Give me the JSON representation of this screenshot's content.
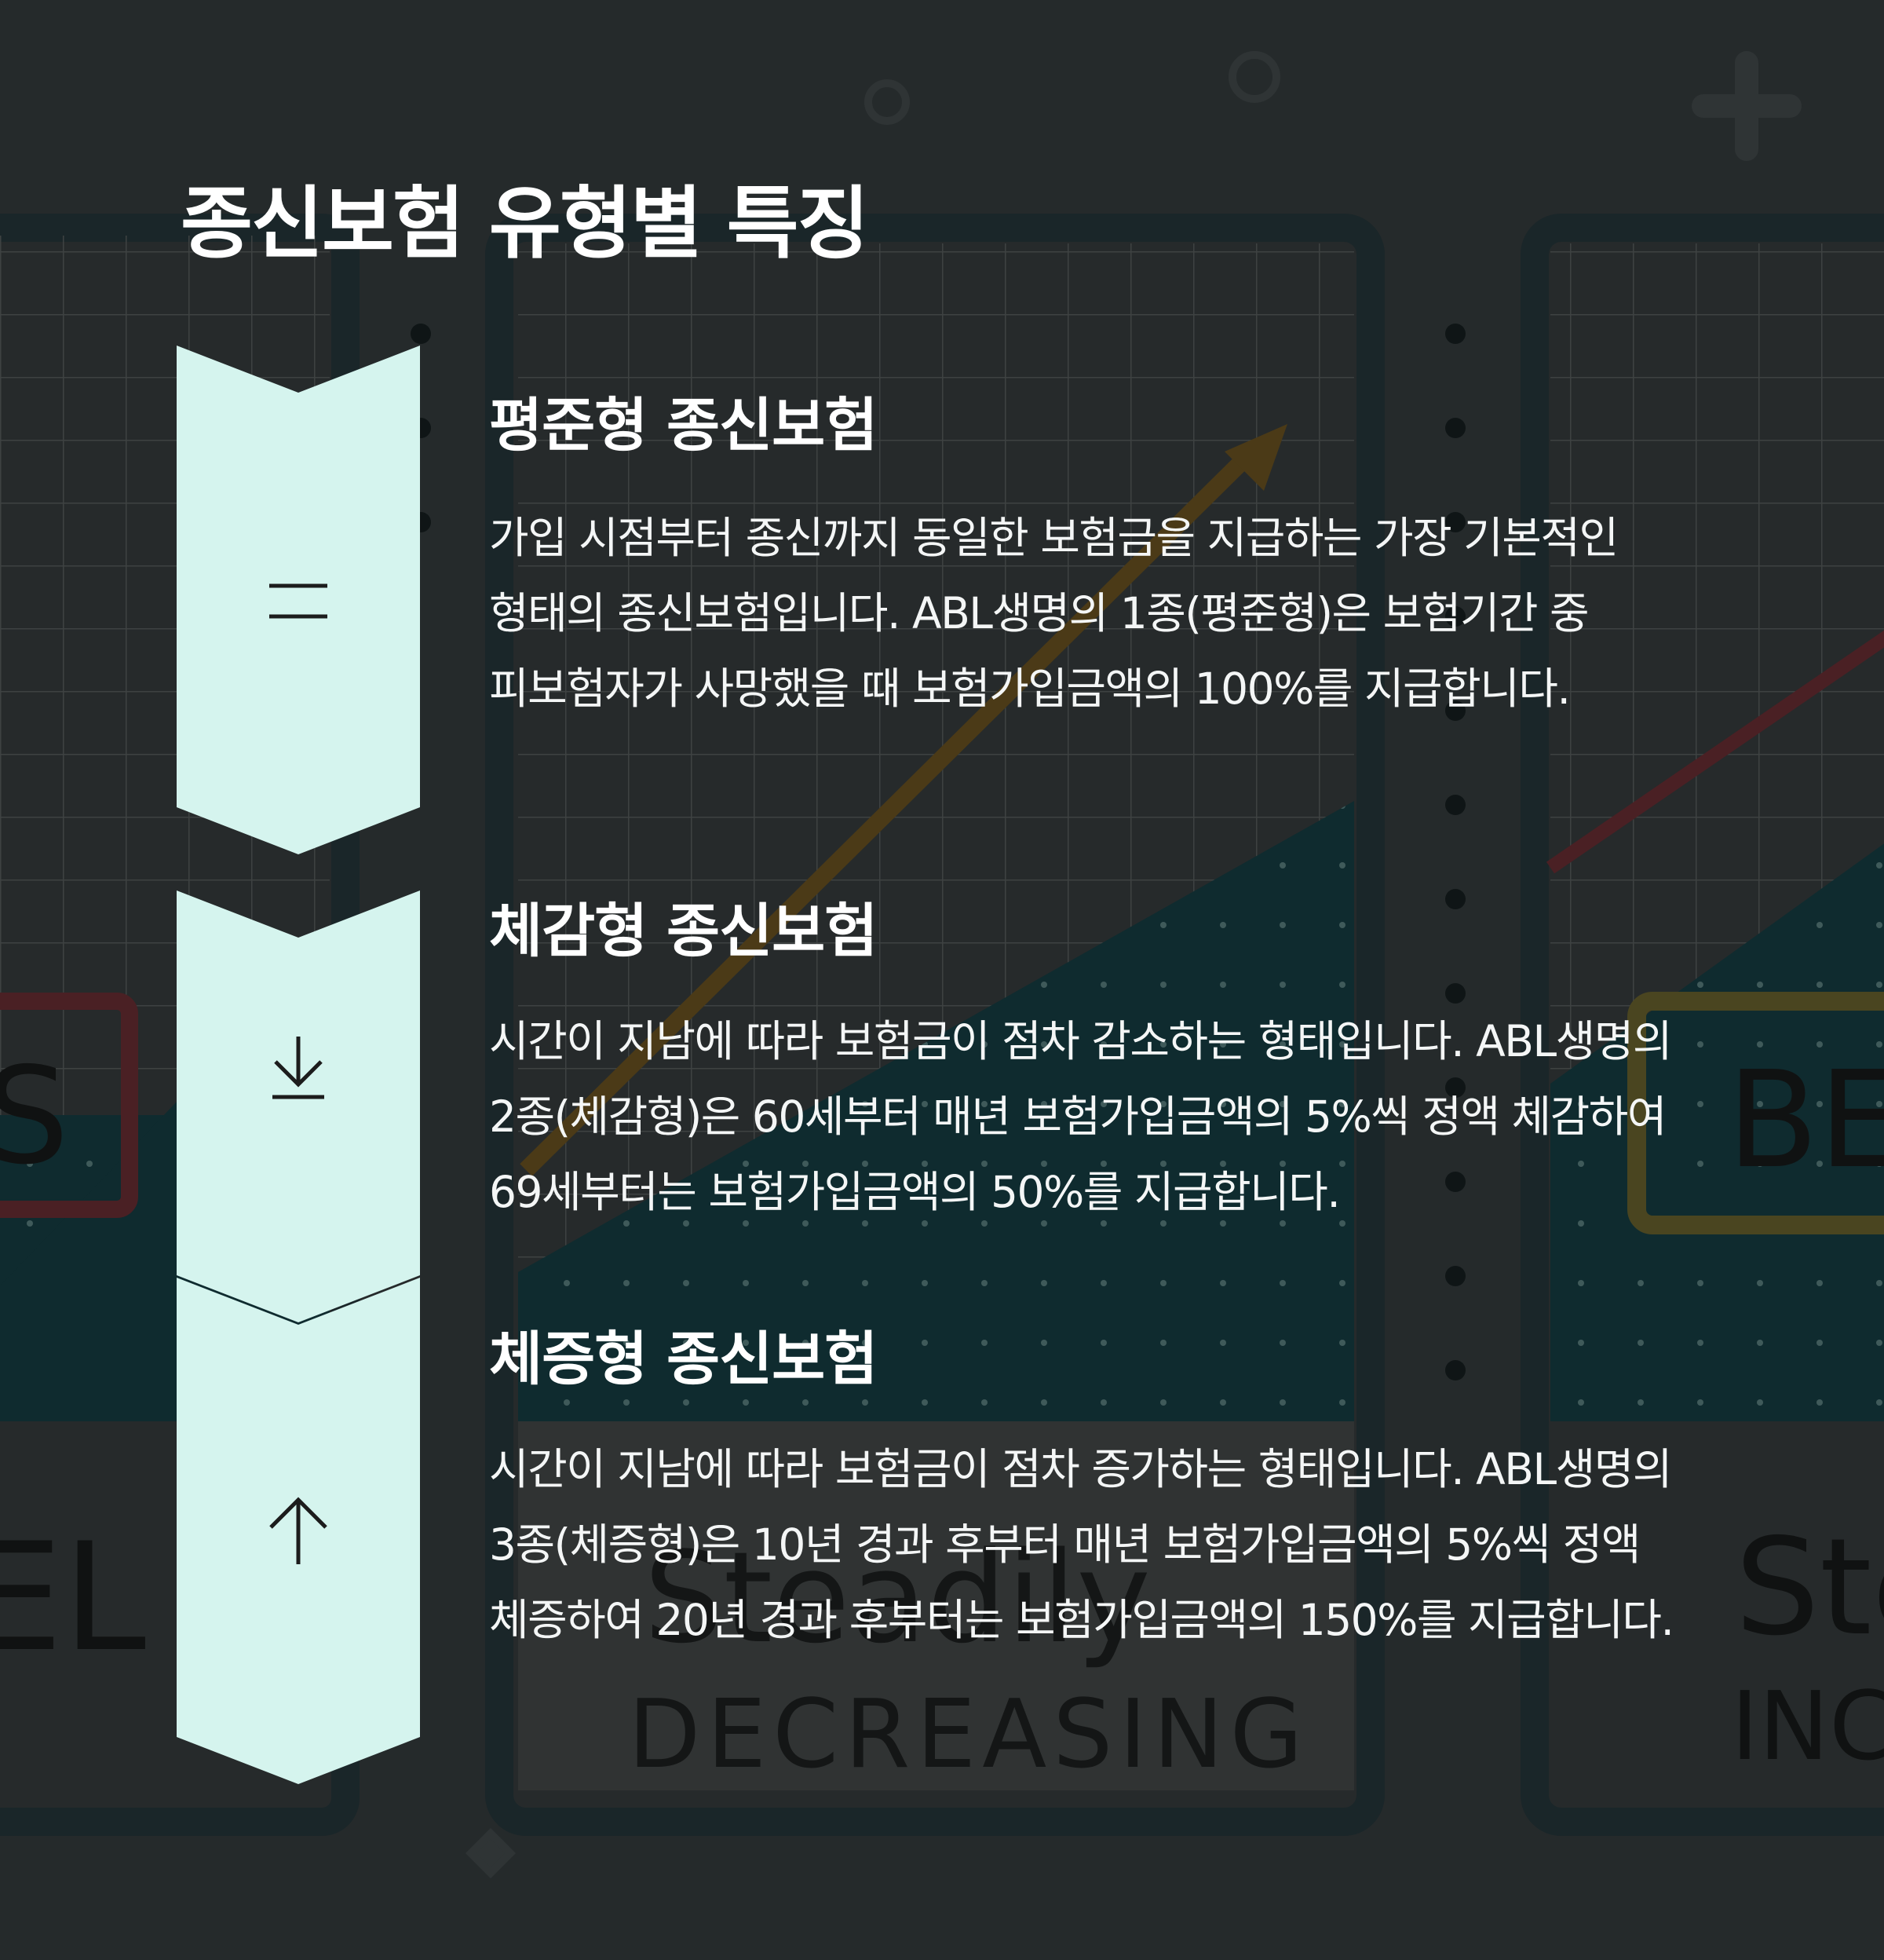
{
  "page": {
    "title": "종신보험 유형별 특징"
  },
  "colors": {
    "background": "#252a2b",
    "chevron_fill": "#d5f4ee",
    "chevron_icon": "#1c1c1c",
    "text": "#ffffff"
  },
  "background_art": {
    "card_texts": [
      "S",
      "EL",
      "Steadily",
      "DECREASING",
      "BE",
      "Ste",
      "INC"
    ]
  },
  "items": [
    {
      "icon": "equals-icon",
      "title": "평준형 종신보험",
      "description": "가입 시점부터 종신까지 동일한 보험금을 지급하는 가장 기본적인 형태의 종신보험입니다. ABL생명의 1종(평준형)은 보험기간 중 피보험자가 사망했을 때 보험가입금액의 100%를 지급합니다."
    },
    {
      "icon": "arrow-down-to-line-icon",
      "title": "체감형 종신보험",
      "description": "시간이 지남에 따라 보험금이 점차 감소하는 형태입니다. ABL생명의 2종(체감형)은 60세부터 매년 보험가입금액의 5%씩 정액 체감하여 69세부터는 보험가입금액의 50%를 지급합니다."
    },
    {
      "icon": "arrow-up-icon",
      "title": "체증형 종신보험",
      "description": "시간이 지남에 따라 보험금이 점차 증가하는 형태입니다. ABL생명의 3종(체증형)은 10년 경과 후부터 매년 보험가입금액의 5%씩 정액 체증하여 20년 경과 후부터는 보험가입금액의 150%를 지급합니다."
    }
  ]
}
